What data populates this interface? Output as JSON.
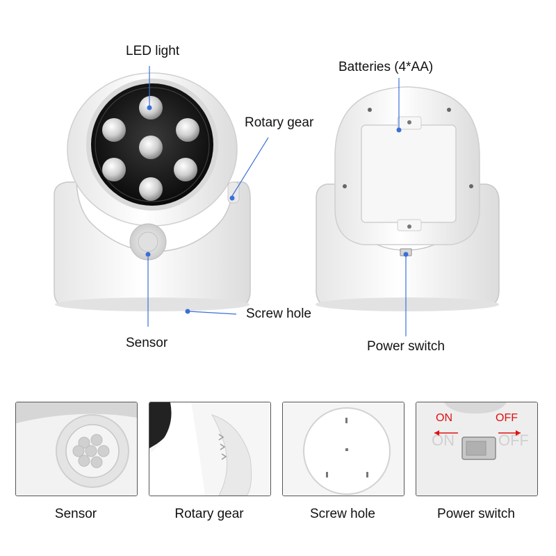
{
  "labels": {
    "led_light": "LED light",
    "batteries": "Batteries (4*AA)",
    "rotary_gear": "Rotary gear",
    "screw_hole": "Screw hole",
    "sensor": "Sensor",
    "power_switch": "Power switch"
  },
  "captions": [
    "Sensor",
    "Rotary gear",
    "Screw hole",
    "Power switch"
  ],
  "switch_panel": {
    "on": "ON",
    "off": "OFF"
  },
  "colors": {
    "callout": "#3a6fd8",
    "switch_text": "#e01010",
    "body": "#ffffff",
    "lens": "#111111"
  }
}
